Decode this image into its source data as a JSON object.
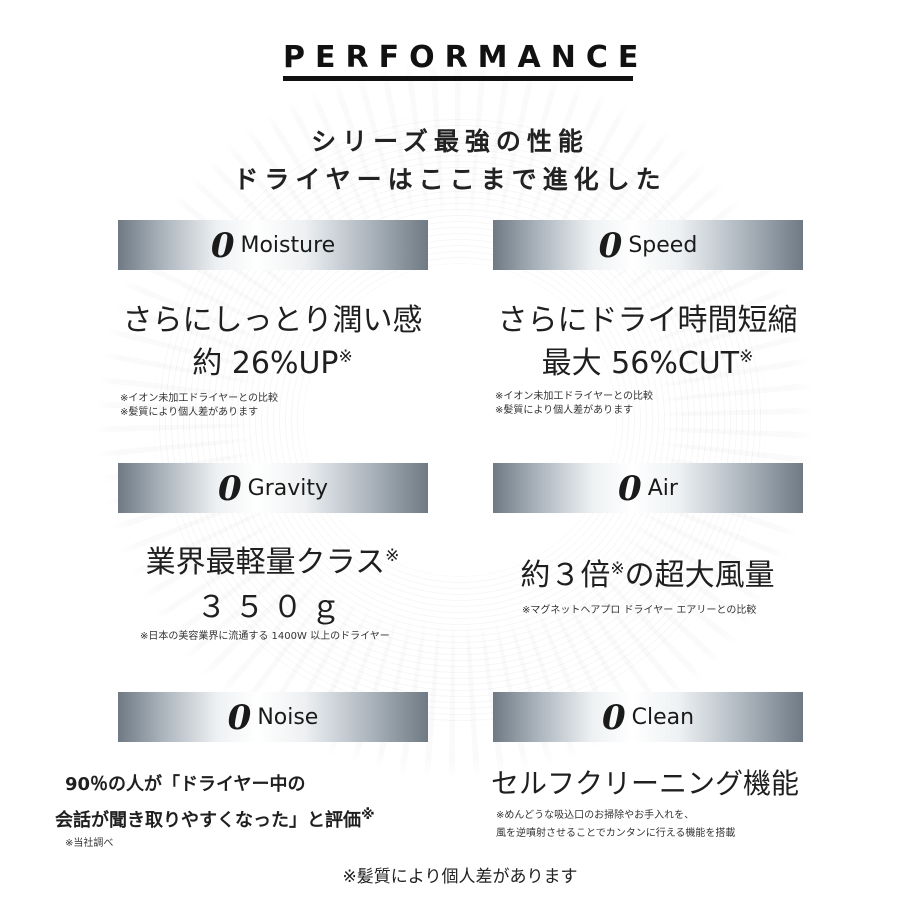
{
  "title": "PERFORMANCE",
  "headline": {
    "line1": "シリーズ最強の性能",
    "line2": "ドライヤーはここまで進化した"
  },
  "zero_glyph": "0",
  "features": {
    "moisture": {
      "badge": "Moisture",
      "line1": "さらにしっとり潤い感",
      "line2": "約 26%UP",
      "mark": "※",
      "note1": "※イオン未加工ドライヤーとの比較",
      "note2": "※髪質により個人差があります"
    },
    "speed": {
      "badge": "Speed",
      "line1": "さらにドライ時間短縮",
      "line2": "最大 56%CUT",
      "mark": "※",
      "note1": "※イオン未加工ドライヤーとの比較",
      "note2": "※髪質により個人差があります"
    },
    "gravity": {
      "badge": "Gravity",
      "line1": "業界最軽量クラス",
      "mark": "※",
      "line2": "３５０ｇ",
      "note1": "※日本の美容業界に流通する 1400W 以上のドライヤー"
    },
    "air": {
      "badge": "Air",
      "line1a": "約３倍",
      "mark": "※",
      "line1b": "の超大風量",
      "note1": "※マグネットヘアプロ ドライヤー エアリーとの比較"
    },
    "noise": {
      "badge": "Noise",
      "line1": "90％の人が「ドライヤー中の",
      "line2": "会話が聞き取りやすくなった」と評価",
      "mark": "※",
      "note1": "※当社調べ"
    },
    "clean": {
      "badge": "Clean",
      "line1": "セルフクリーニング機能",
      "note1": "※めんどうな吸込口のお掃除やお手入れを、",
      "note2": "風を逆噴射させることでカンタンに行える機能を搭載"
    }
  },
  "footer": "※髪質により個人差があります",
  "colors": {
    "badge_dark": "#6f7a84",
    "badge_light": "#ffffff",
    "text": "#1c1c1c"
  }
}
